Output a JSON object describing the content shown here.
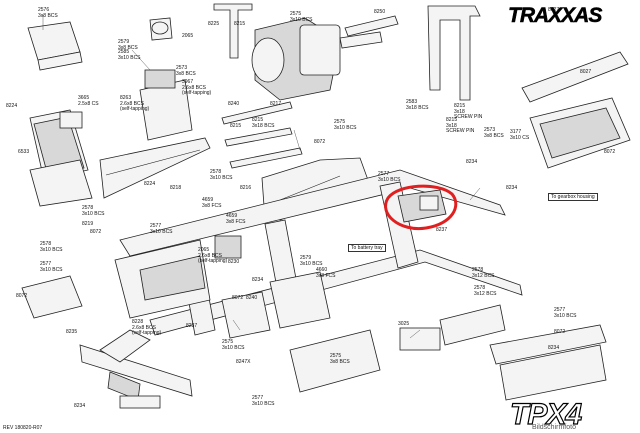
{
  "brand": {
    "logo_text": "TRAXXAS",
    "model_text": "TPX4"
  },
  "footer": {
    "revision": "REV 180820-R07",
    "watermark": "Bildschirmfoto"
  },
  "notes": {
    "battery_tray": "To battery tray",
    "gearbox_housing": "To gearbox housing"
  },
  "highlight_color": "#e02020",
  "labels": [
    {
      "id": "l1",
      "text": "2576\n3x8 BCS"
    },
    {
      "id": "l2",
      "text": "8224"
    },
    {
      "id": "l3",
      "text": "2579\n3x8 BCS"
    },
    {
      "id": "l4",
      "text": "2585\n3x10 BCS"
    },
    {
      "id": "l5",
      "text": "2065"
    },
    {
      "id": "l6",
      "text": "2573\n3x8 BCS"
    },
    {
      "id": "l7",
      "text": "3665\n2.5x8 CS"
    },
    {
      "id": "l8",
      "text": "8263\n2.6x8 BCS\n(self-tapping)"
    },
    {
      "id": "l9",
      "text": "3967\n2.6x8 BCS\n(self-tapping)"
    },
    {
      "id": "l10",
      "text": "6533"
    },
    {
      "id": "l11",
      "text": "8218"
    },
    {
      "id": "l12",
      "text": "8225"
    },
    {
      "id": "l13",
      "text": "8215"
    },
    {
      "id": "l14",
      "text": "2575\n3x10 BCS"
    },
    {
      "id": "l15",
      "text": "8250"
    },
    {
      "id": "l16",
      "text": "8240"
    },
    {
      "id": "l17",
      "text": "8215\n3x18 BCS"
    },
    {
      "id": "l18",
      "text": "8215"
    },
    {
      "id": "l19",
      "text": "8217"
    },
    {
      "id": "l20",
      "text": "2583\n3x18 BCS"
    },
    {
      "id": "l21",
      "text": "8215\n3x18\nSCREW PIN"
    },
    {
      "id": "l22",
      "text": "8072"
    },
    {
      "id": "l23",
      "text": "2575\n3x10 BCS"
    },
    {
      "id": "l24",
      "text": "8027"
    },
    {
      "id": "l25",
      "text": "8027"
    },
    {
      "id": "l26",
      "text": "8215\n3x18\nSCREW PIN"
    },
    {
      "id": "l27",
      "text": "2573\n3x8 BCS"
    },
    {
      "id": "l28",
      "text": "3177\n3x10 CS"
    },
    {
      "id": "l29",
      "text": "8234"
    },
    {
      "id": "l30",
      "text": "8072"
    },
    {
      "id": "l31",
      "text": "2577\n3x10 BCS"
    },
    {
      "id": "l32",
      "text": "8216"
    },
    {
      "id": "l33",
      "text": "2578\n3x10 BCS"
    },
    {
      "id": "l34",
      "text": "8224"
    },
    {
      "id": "l35",
      "text": "2578\n3x10 BCS"
    },
    {
      "id": "l36",
      "text": "8219"
    },
    {
      "id": "l37",
      "text": "8237"
    },
    {
      "id": "l38",
      "text": "8234"
    },
    {
      "id": "l39",
      "text": "8072"
    },
    {
      "id": "l40",
      "text": "2577\n3x10 BCS"
    },
    {
      "id": "l41",
      "text": "4659\n3x8 FCS"
    },
    {
      "id": "l42",
      "text": "4659\n3x8 FCS"
    },
    {
      "id": "l43",
      "text": "2578\n3x10 BCS"
    },
    {
      "id": "l44",
      "text": "2065\n2.6x8 BCS\n(self-tapping)"
    },
    {
      "id": "l45",
      "text": "8230"
    },
    {
      "id": "l46",
      "text": "8234"
    },
    {
      "id": "l47",
      "text": "2579\n3x10 BCS"
    },
    {
      "id": "l48",
      "text": "8240"
    },
    {
      "id": "l49",
      "text": "2577\n3x10 BCS"
    },
    {
      "id": "l50",
      "text": "8072"
    },
    {
      "id": "l51",
      "text": "4660\n3x8 FCS"
    },
    {
      "id": "l52",
      "text": "2578\n3x12 BCS"
    },
    {
      "id": "l53",
      "text": "8072"
    },
    {
      "id": "l54",
      "text": "8235"
    },
    {
      "id": "l55",
      "text": "8228\n2.6x8 BCS\n(self-tapping)"
    },
    {
      "id": "l56",
      "text": "8237"
    },
    {
      "id": "l57",
      "text": "8247X"
    },
    {
      "id": "l58",
      "text": "2575\n3x10 BCS"
    },
    {
      "id": "l59",
      "text": "3025"
    },
    {
      "id": "l60",
      "text": "2575\n3x8 BCS"
    },
    {
      "id": "l61",
      "text": "2577\n3x10 BCS"
    },
    {
      "id": "l62",
      "text": "8072"
    },
    {
      "id": "l63",
      "text": "8234"
    },
    {
      "id": "l64",
      "text": "8234"
    },
    {
      "id": "l65",
      "text": "2578\n3x12 BCS"
    },
    {
      "id": "l66",
      "text": "2577\n3x10 BCS"
    }
  ]
}
